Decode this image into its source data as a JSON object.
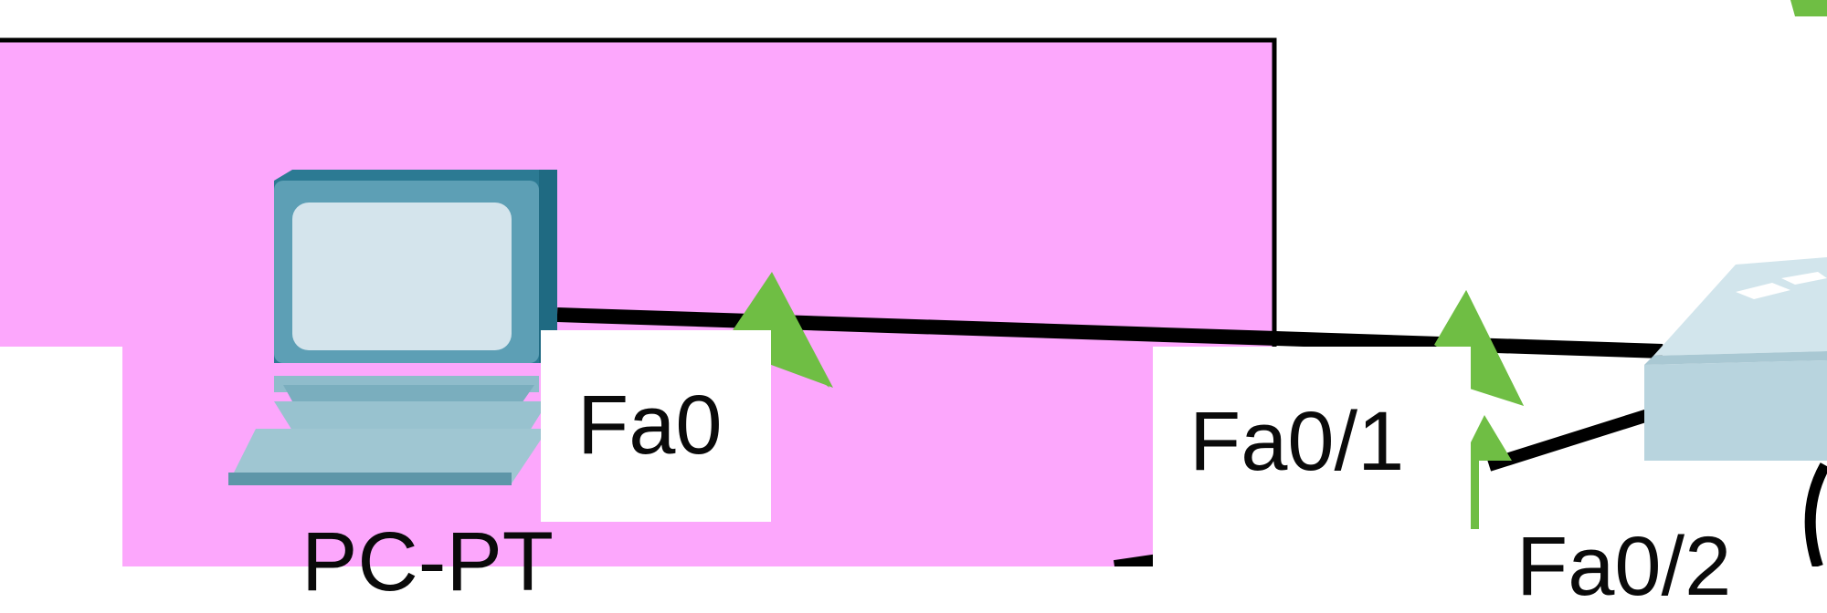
{
  "app": "Packet Tracer logical workspace",
  "colors": {
    "area_fill": "#fca7fc",
    "area_border": "#000000",
    "link": "#000000",
    "link_up_indicator": "#6fbe44",
    "label_box": "#ffffff",
    "pc_body": "#2f7e96",
    "pc_screen": "#d4e4ec",
    "switch_body": "#b8d4de"
  },
  "devices": {
    "pc": {
      "label": "PC-PT",
      "icon": "pc-icon"
    },
    "switch": {
      "icon": "switch-icon"
    }
  },
  "ports": {
    "pc_fa0": "Fa0",
    "switch_fa0_1": "Fa0/1",
    "switch_fa0_2": "Fa0/2"
  }
}
